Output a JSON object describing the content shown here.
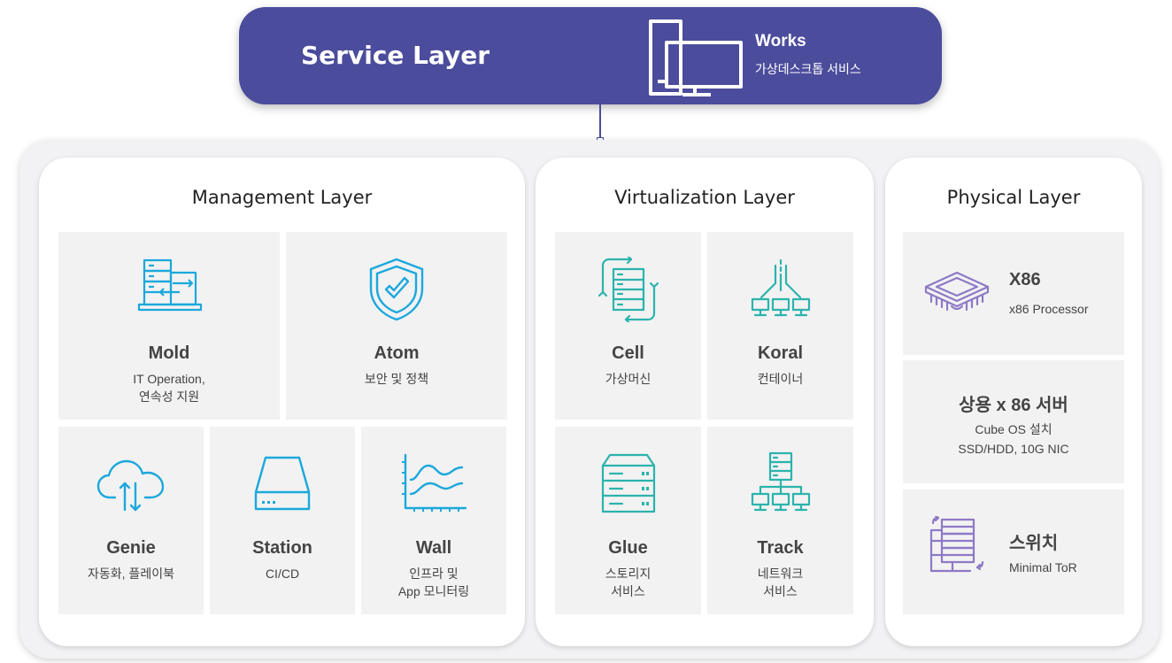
{
  "service": {
    "title": "Service Layer",
    "works_title": "Works",
    "works_sub": "가상데스크톱 서비스"
  },
  "management": {
    "title": "Management Layer",
    "tiles": [
      {
        "name": "Mold",
        "desc1": "IT Operation,",
        "desc2": "연속성 지원",
        "icon": "server-laptop-icon"
      },
      {
        "name": "Atom",
        "desc1": "보안 및 정책",
        "desc2": "",
        "icon": "shield-check-icon"
      },
      {
        "name": "Genie",
        "desc1": "자동화, 플레이북",
        "desc2": "",
        "icon": "cloud-transfer-icon"
      },
      {
        "name": "Station",
        "desc1": "CI/CD",
        "desc2": "",
        "icon": "storage-drive-icon"
      },
      {
        "name": "Wall",
        "desc1": "인프라 및",
        "desc2": "App 모니터링",
        "icon": "monitoring-chart-icon"
      }
    ]
  },
  "virtualization": {
    "title": "Virtualization Layer",
    "tiles": [
      {
        "name": "Cell",
        "desc1": "가상머신",
        "desc2": "",
        "icon": "vm-cycle-icon"
      },
      {
        "name": "Koral",
        "desc1": "컨테이너",
        "desc2": "",
        "icon": "container-nodes-icon"
      },
      {
        "name": "Glue",
        "desc1": "스토리지",
        "desc2": "서비스",
        "icon": "storage-rack-icon"
      },
      {
        "name": "Track",
        "desc1": "네트워크",
        "desc2": "서비스",
        "icon": "network-tree-icon"
      }
    ]
  },
  "physical": {
    "title": "Physical Layer",
    "tiles": [
      {
        "name": "X86",
        "desc1": "x86 Processor",
        "icon": "cpu-chip-icon"
      },
      {
        "name": "상용 x 86 서버",
        "desc1": "Cube OS 설치",
        "desc2": "SSD/HDD, 10G NIC"
      },
      {
        "name": "스위치",
        "desc1": "Minimal ToR",
        "icon": "switch-icon"
      }
    ]
  },
  "colors": {
    "service_bg": "#4b4c9c",
    "management_accent": "#1ba8dc",
    "virtualization_accent": "#2bb3ad",
    "physical_accent": "#8e79c6"
  }
}
